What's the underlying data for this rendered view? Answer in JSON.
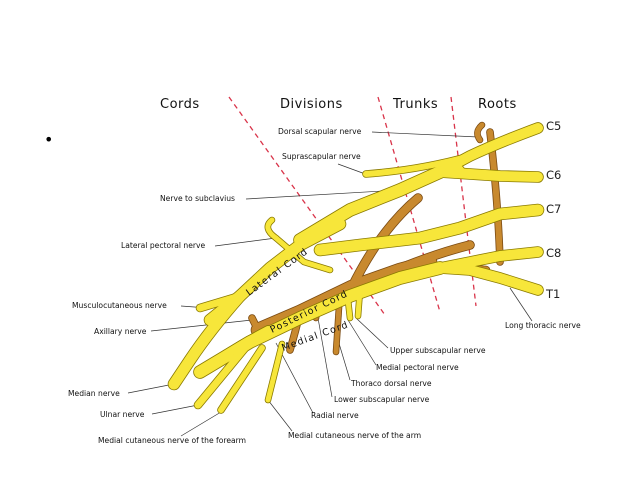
{
  "headers": {
    "cords": "Cords",
    "divisions": "Divisions",
    "trunks": "Trunks",
    "roots": "Roots"
  },
  "roots": {
    "c5": "C5",
    "c6": "C6",
    "c7": "C7",
    "c8": "C8",
    "t1": "T1"
  },
  "cords": {
    "lateral": "Lateral Cord",
    "posterior": "Posterior Cord",
    "medial": "Medial Cord"
  },
  "nerves": {
    "dorsal_scapular": "Dorsal scapular nerve",
    "suprascapular": "Suprascapular nerve",
    "subclavius": "Nerve to subclavius",
    "lateral_pectoral": "Lateral pectoral nerve",
    "musculocutaneous": "Musculocutaneous nerve",
    "axillary": "Axillary nerve",
    "median": "Median nerve",
    "ulnar": "Ulnar nerve",
    "medial_cutaneous_forearm": "Medial cutaneous nerve of the forearm",
    "long_thoracic": "Long thoracic nerve",
    "upper_subscapular": "Upper subscapular nerve",
    "medial_pectoral": "Medial pectoral nerve",
    "thoraco_dorsal": "Thoraco dorsal nerve",
    "lower_subscapular": "Lower subscapular nerve",
    "radial": "Radial nerve",
    "medial_cutaneous_arm": "Medial cutaneous nerve of the arm"
  },
  "bullet": "•",
  "colors": {
    "nerve_yellow": "#f7e63a",
    "posterior_brown": "#c8892e",
    "divider_red": "#d9344a"
  }
}
